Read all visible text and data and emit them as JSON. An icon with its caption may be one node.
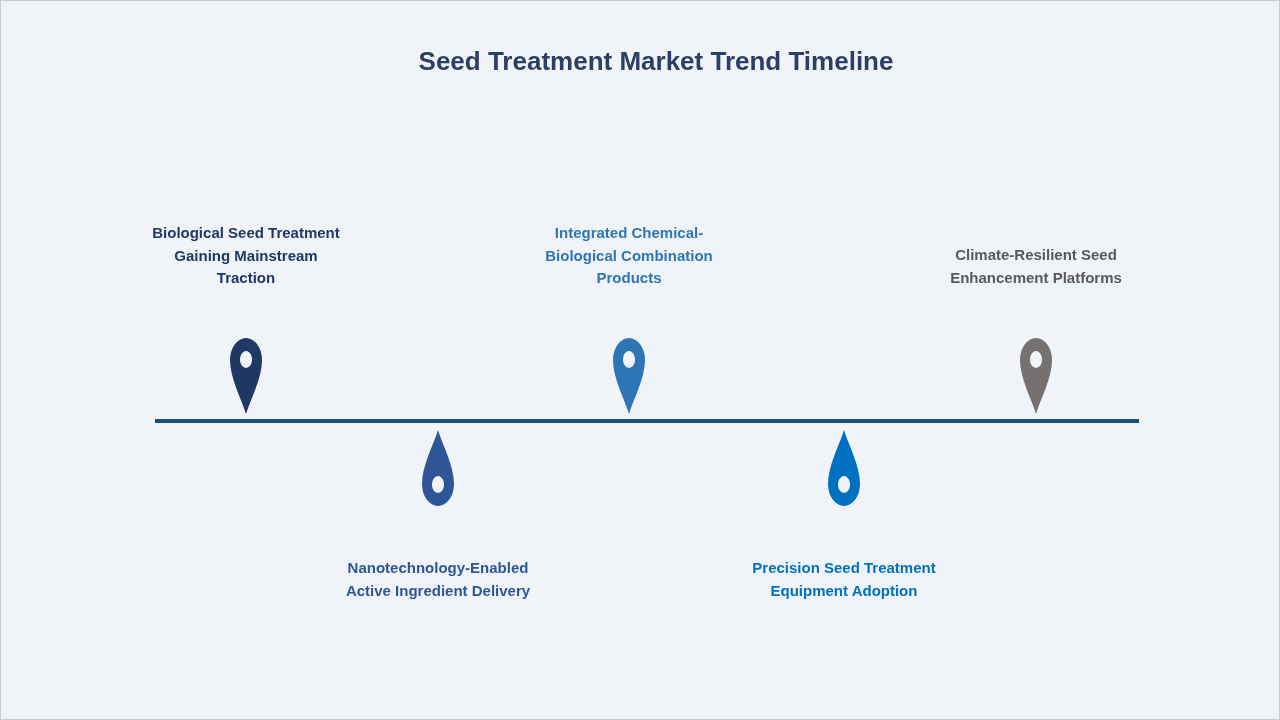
{
  "diagram": {
    "title": "Seed Treatment Market Trend Timeline",
    "nodes": [
      {
        "text": [],
        "shape": "pin",
        "beside": [
          "Biological Seed Treatment Gaining Mainstream Traction"
        ]
      },
      {
        "text": [],
        "shape": "pin",
        "beside": [
          "Nanotechnology-Enabled Active Ingredient Delivery"
        ]
      },
      {
        "text": [],
        "shape": "pin",
        "beside": [
          "Integrated Chemical-Biological Combination Products"
        ]
      },
      {
        "text": [],
        "shape": "pin",
        "beside": [
          "Precision Seed Treatment Equipment Adoption"
        ]
      },
      {
        "text": [],
        "shape": "pin",
        "beside": [
          "Climate-Resilient Seed Enhancement Platforms"
        ]
      }
    ]
  }
}
